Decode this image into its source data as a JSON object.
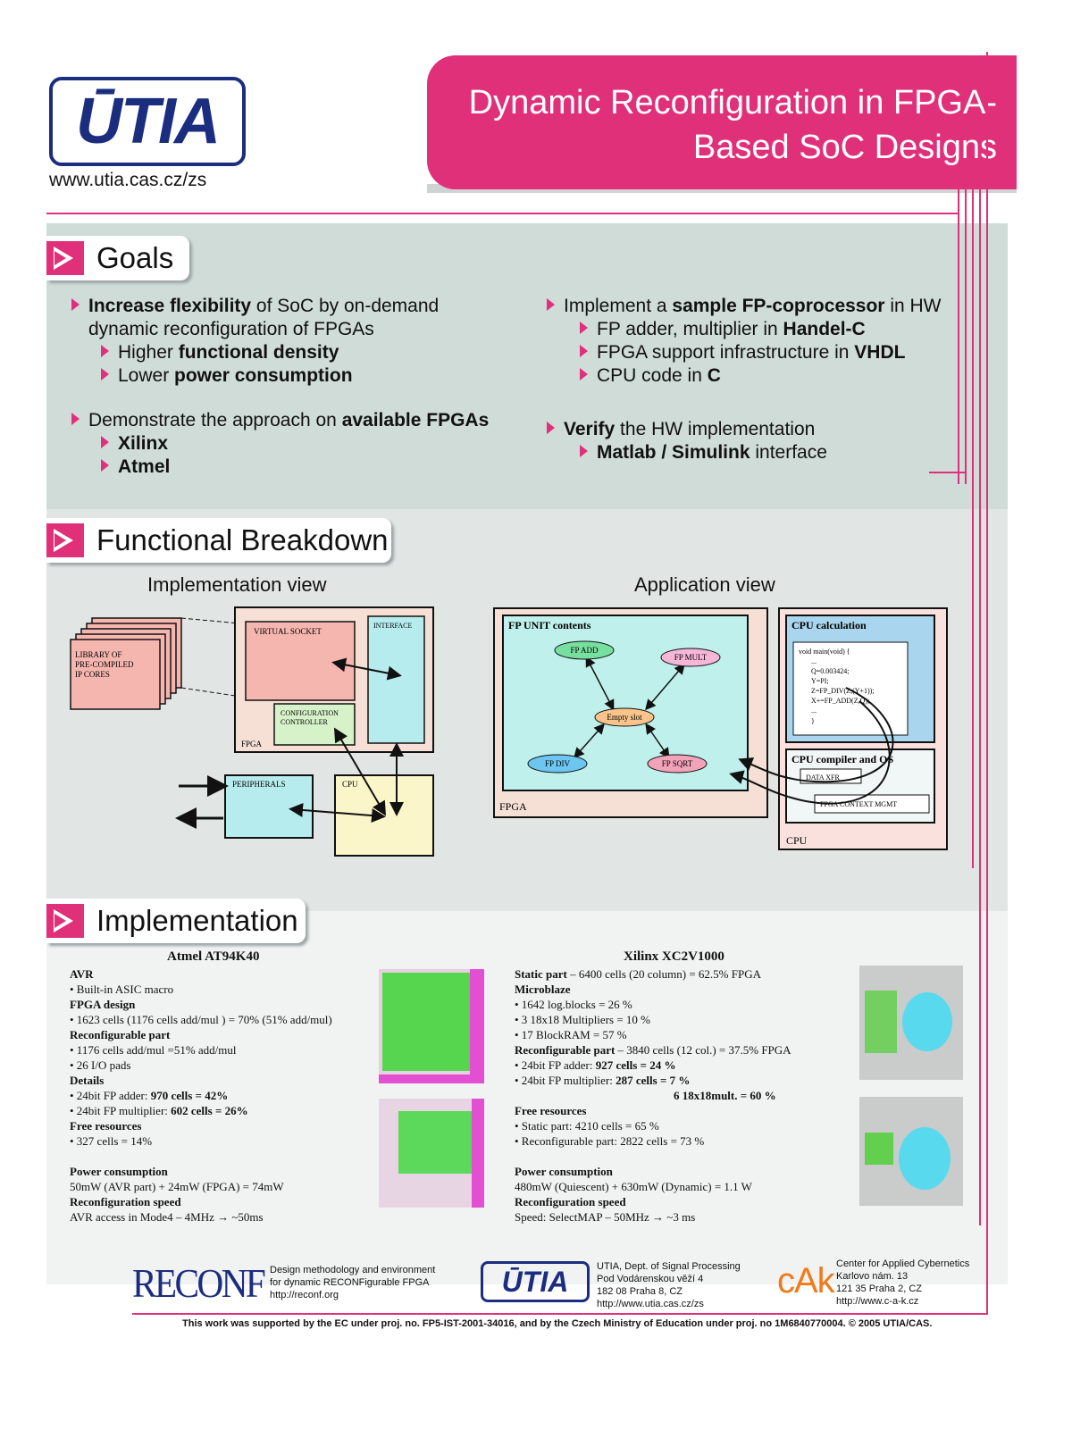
{
  "header": {
    "logo": "ŪTIA",
    "url": "www.utia.cas.cz/zs",
    "title_line1": "Dynamic Reconfiguration in FPGA-",
    "title_line2": "Based SoC Designs"
  },
  "goals": {
    "heading": "Goals",
    "left": {
      "b1_bold": "Increase flexibility",
      "b1_rest": " of SoC by on-demand",
      "b1_line2": "dynamic reconfiguration of FPGAs",
      "s1_pre": "Higher ",
      "s1_bold": "functional density",
      "s2_pre": "Lower ",
      "s2_bold": "power consumption",
      "b2_pre": "Demonstrate the approach on ",
      "b2_bold": "available FPGAs",
      "s3": "Xilinx",
      "s4": "Atmel"
    },
    "right": {
      "b1_pre": "Implement a ",
      "b1_bold": "sample FP-coprocessor",
      "b1_post": " in HW",
      "s1_pre": "FP adder, multiplier in ",
      "s1_bold": "Handel-C",
      "s2_pre": "FPGA support infrastructure in ",
      "s2_bold": "VHDL",
      "s3_pre": "CPU code in ",
      "s3_bold": "C",
      "b2_bold": "Verify",
      "b2_rest": " the HW implementation",
      "s4_bold": "Matlab / Simulink",
      "s4_rest": " interface"
    }
  },
  "functional": {
    "heading": "Functional Breakdown",
    "impl_view": "Implementation view",
    "app_view": "Application view",
    "impl_diagram": {
      "library": [
        "LIBRARY OF",
        "PRE-COMPILED",
        "IP CORES"
      ],
      "virtual_socket": "VIRTUAL SOCKET",
      "interface": "INTERFACE",
      "config": [
        "CONFIGURATION",
        "CONTROLLER"
      ],
      "fpga": "FPGA",
      "peripherals": "PERIPHERALS",
      "cpu": "CPU"
    },
    "app_diagram": {
      "fp_unit": "FP UNIT contents",
      "fp_add": "FP ADD",
      "fp_mult": "FP MULT",
      "empty_slot": "Empty slot",
      "fp_div": "FP DIV",
      "fp_sqrt": "FP SQRT",
      "fpga": "FPGA",
      "cpu_calc": "CPU calculation",
      "code": [
        "void main(void) {",
        "...",
        "Q=0.003424;",
        "Y=PI;",
        "Z=FP_DIV(Z,(Y+1));",
        "X+=FP_ADD(Z,Q);",
        "...",
        "}"
      ],
      "cpu_compiler": "CPU compiler and OS",
      "data_xfr": "DATA XFR",
      "fpga_ctx": "FPGA CONTEXT MGMT",
      "cpu": "CPU"
    }
  },
  "implementation": {
    "heading": "Implementation",
    "atmel": {
      "title": "Atmel AT94K40",
      "lines": [
        {
          "t": "AVR",
          "bold": true
        },
        {
          "t": "•  Built-in ASIC macro"
        },
        {
          "t": "FPGA design",
          "bold": true
        },
        {
          "t": "•  1623 cells (1176 cells add/mul ) = 70% (51% add/mul)"
        },
        {
          "t": "Reconfigurable part",
          "bold": true
        },
        {
          "t": "•  1176 cells add/mul =51% add/mul"
        },
        {
          "t": "•  26 I/O pads"
        },
        {
          "t": "Details",
          "bold": true
        },
        {
          "t": "•  24bit FP adder: ",
          "b": "970 cells = 42%"
        },
        {
          "t": "•  24bit FP multiplier: ",
          "b": "602 cells = 26%"
        },
        {
          "t": "Free resources",
          "bold": true
        },
        {
          "t": "•  327 cells = 14%"
        },
        {
          "t": ""
        },
        {
          "t": "Power consumption",
          "bold": true
        },
        {
          "t": "50mW (AVR part) + 24mW (FPGA) = 74mW"
        },
        {
          "t": "Reconfiguration speed",
          "bold": true
        },
        {
          "t": "AVR access in Mode4 – 4MHz → ~50ms"
        }
      ]
    },
    "xilinx": {
      "title": "Xilinx XC2V1000",
      "lines": [
        {
          "t": "Static part",
          "bold": true,
          "rest": " – 6400 cells (20 column) = 62.5% FPGA"
        },
        {
          "t": "Microblaze",
          "bold": true
        },
        {
          "t": "•  1642 log.blocks = 26 %"
        },
        {
          "t": "•  3  18x18 Multipliers = 10 %"
        },
        {
          "t": "•  17 BlockRAM = 57 %"
        },
        {
          "t": "Reconfigurable part",
          "bold": true,
          "rest": " – 3840 cells (12 col.) = 37.5% FPGA"
        },
        {
          "t": "•  24bit FP adder: ",
          "b": "927 cells = 24 %"
        },
        {
          "t": "•  24bit FP multiplier: ",
          "b": "287 cells = 7 %"
        },
        {
          "t": "",
          "b": "6  18x18mult. = 60 %",
          "indent": true
        },
        {
          "t": "Free resources",
          "bold": true
        },
        {
          "t": "•  Static part: 4210 cells = 65 %"
        },
        {
          "t": "•  Reconfigurable part: 2822 cells = 73 %"
        },
        {
          "t": ""
        },
        {
          "t": "Power consumption",
          "bold": true
        },
        {
          "t": "480mW (Quiescent) + 630mW (Dynamic) = 1.1 W"
        },
        {
          "t": "Reconfiguration speed",
          "bold": true
        },
        {
          "t": "Speed: SelectMAP – 50MHz → ~3 ms"
        }
      ]
    }
  },
  "footer": {
    "reconf_logo": "RECONF",
    "reconf_text": [
      "Design methodology and environment",
      "for dynamic RECONFigurable FPGA",
      "http://reconf.org"
    ],
    "utia_logo": "ŪTIA",
    "utia_text": [
      "UTIA, Dept. of Signal Processing",
      "Pod Vodárenskou věží 4",
      "182 08 Praha 8, CZ",
      "http://www.utia.cas.cz/zs"
    ],
    "cak_logo": "cAk",
    "cak_text": [
      "Center for Applied Cybernetics",
      "Karlovo nám. 13",
      "121 35 Praha 2, CZ",
      "http://www.c-a-k.cz"
    ],
    "support": "This work was supported by the EC under proj.  no. FP5-IST-2001-34016, and by the Czech Ministry of Education under proj. no 1M6840770004.   © 2005 UTIA/CAS."
  }
}
